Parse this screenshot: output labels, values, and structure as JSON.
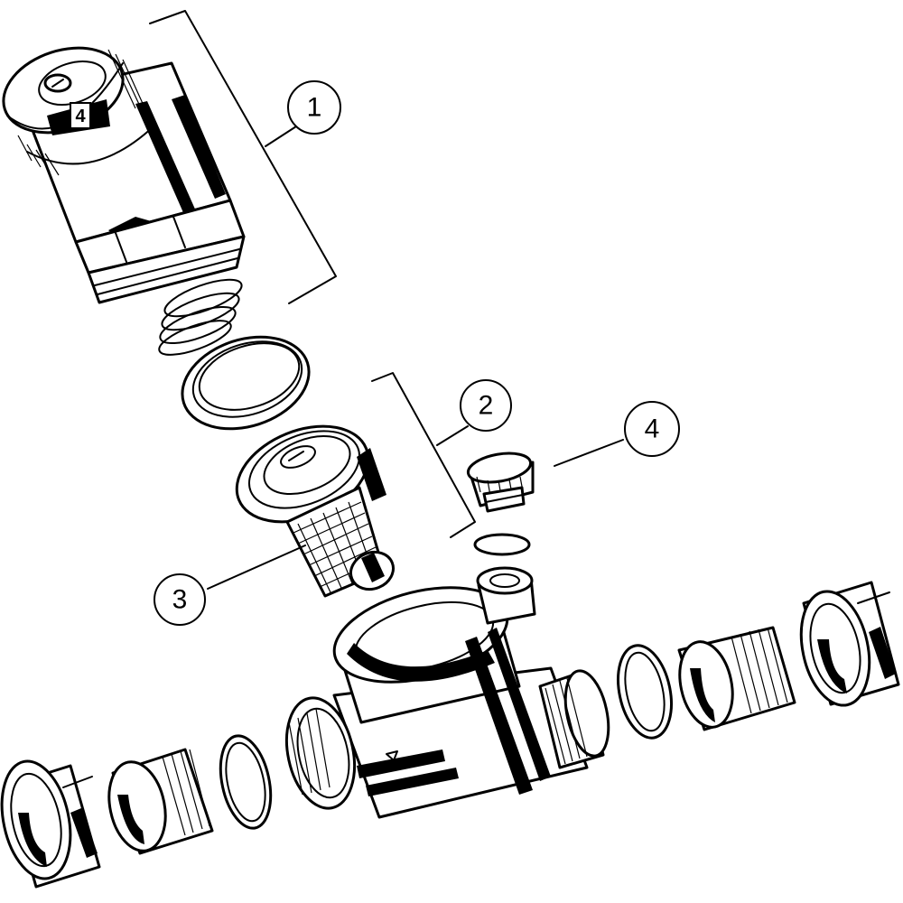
{
  "callouts": [
    {
      "id": "1",
      "label": "1"
    },
    {
      "id": "2",
      "label": "2"
    },
    {
      "id": "3",
      "label": "3"
    },
    {
      "id": "4",
      "label": "4"
    }
  ],
  "knob": {
    "setting": "4"
  },
  "colors": {
    "line": "#000000",
    "background": "#ffffff"
  },
  "icons": [
    "knob-icon",
    "spring-icon",
    "o-ring-icon",
    "filter-cartridge-icon",
    "vent-cap-icon",
    "valve-body-icon",
    "union-nut-icon",
    "threaded-tailpiece-icon"
  ]
}
